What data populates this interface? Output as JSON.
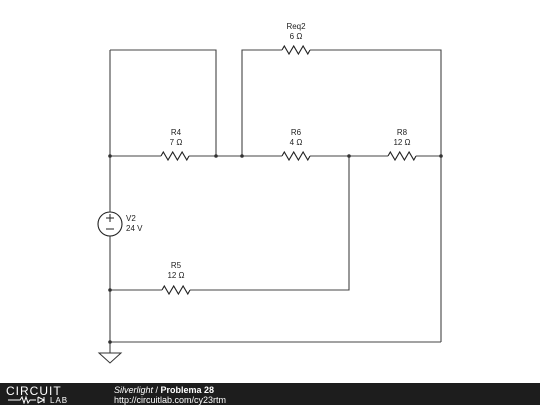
{
  "circuit": {
    "source": {
      "name": "V2",
      "value": "24 V"
    },
    "resistors": [
      {
        "id": "req2",
        "name": "Req2",
        "value": "6 Ω"
      },
      {
        "id": "r4",
        "name": "R4",
        "value": "7 Ω"
      },
      {
        "id": "r6",
        "name": "R6",
        "value": "4 Ω"
      },
      {
        "id": "r8",
        "name": "R8",
        "value": "12 Ω"
      },
      {
        "id": "r5",
        "name": "R5",
        "value": "12 Ω"
      }
    ]
  },
  "footer": {
    "logo_top": "CIRCUIT",
    "logo_bottom": "LAB",
    "breadcrumb": "Silverlight",
    "separator": " / ",
    "title": "Problema 28",
    "url": "http://circuitlab.com/cy23rtm"
  }
}
